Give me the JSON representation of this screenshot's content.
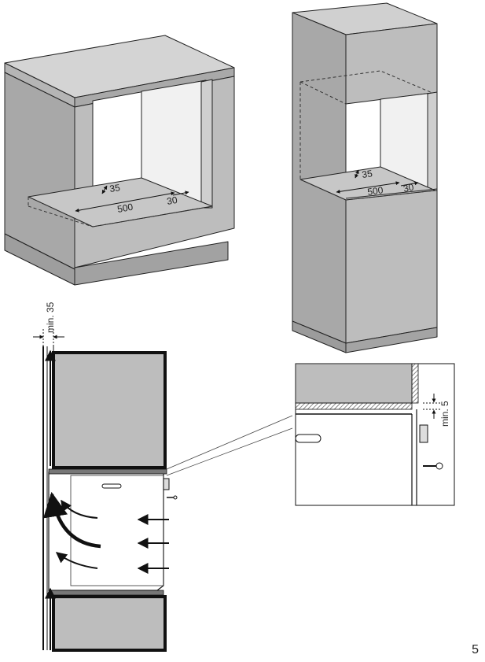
{
  "figure1": {
    "dim_depth": "35",
    "dim_width": "500",
    "dim_side": "30"
  },
  "figure2": {
    "dim_depth": "35",
    "dim_width": "500",
    "dim_side": "30"
  },
  "ventilation": {
    "gap_label": "min. 35"
  },
  "detail": {
    "gap_label": "min. 5"
  },
  "page_number": "5"
}
